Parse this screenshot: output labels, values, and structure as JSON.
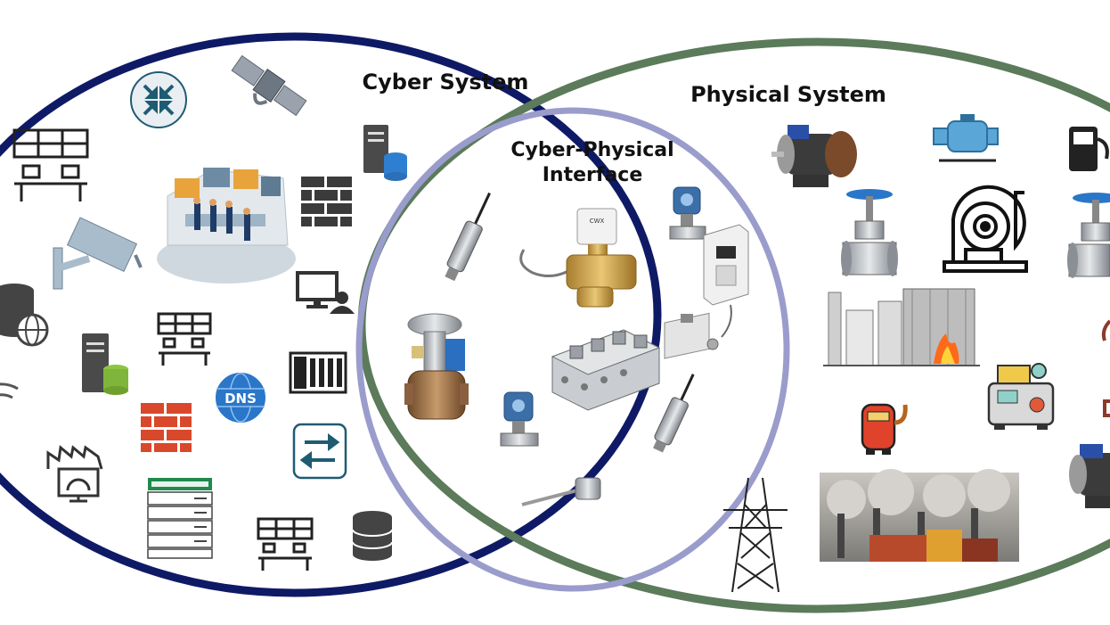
{
  "labels": {
    "cyber": "Cyber System",
    "physical": "Physical System",
    "interface_line1": "Cyber-Physical",
    "interface_line2": "Interface"
  },
  "icons": {
    "cyber": [
      "network-router-icon",
      "satellite-icon",
      "server-database-icon",
      "video-wall-icon",
      "control-room-icon",
      "firewall-brick-icon",
      "cctv-camera-icon",
      "computer-user-icon",
      "database-globe-icon",
      "server-icon",
      "video-wall-icon",
      "dns-icon",
      "plc-rack-icon",
      "firewall-red-icon",
      "wifi-icon",
      "factory-monitor-icon",
      "server-rack-icon",
      "network-switch-icon",
      "video-wall-icon",
      "database-icon"
    ],
    "interface": [
      "pressure-sensor-icon",
      "motorized-valve-icon",
      "pressure-transmitter-icon",
      "servo-drive-icon",
      "control-valve-actuator-icon",
      "valve-manifold-icon",
      "servo-motor-icon",
      "pressure-transmitter-icon",
      "pressure-sensor-icon",
      "temperature-sensor-icon"
    ],
    "physical": [
      "electric-motor-icon",
      "pump-icon",
      "fuel-pump-icon",
      "gate-valve-icon",
      "centrifugal-fan-icon",
      "gate-valve-icon",
      "industrial-boiler-plant-icon",
      "compressor-icon",
      "robot-boiler-icon",
      "power-tower-icon",
      "smokestack-factory-icon",
      "electric-motor-icon"
    ]
  },
  "colors": {
    "cyber_circle": "#0f1a66",
    "physical_circle": "#5b7b5a",
    "interface_circle": "#9a9ccc"
  }
}
